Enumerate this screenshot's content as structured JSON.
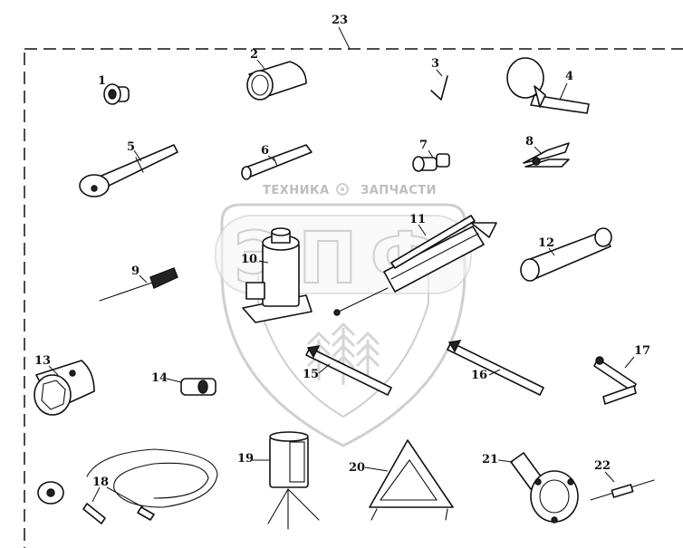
{
  "kit_label": "23",
  "watermark": {
    "left_text": "ТЕХНИКА",
    "right_text": "ЗАПЧАСТИ",
    "letters": "ЭПФ"
  },
  "callouts": [
    "1",
    "2",
    "3",
    "4",
    "5",
    "6",
    "7",
    "8",
    "9",
    "10",
    "11",
    "12",
    "13",
    "14",
    "15",
    "16",
    "17",
    "18",
    "19",
    "20",
    "21",
    "22"
  ]
}
